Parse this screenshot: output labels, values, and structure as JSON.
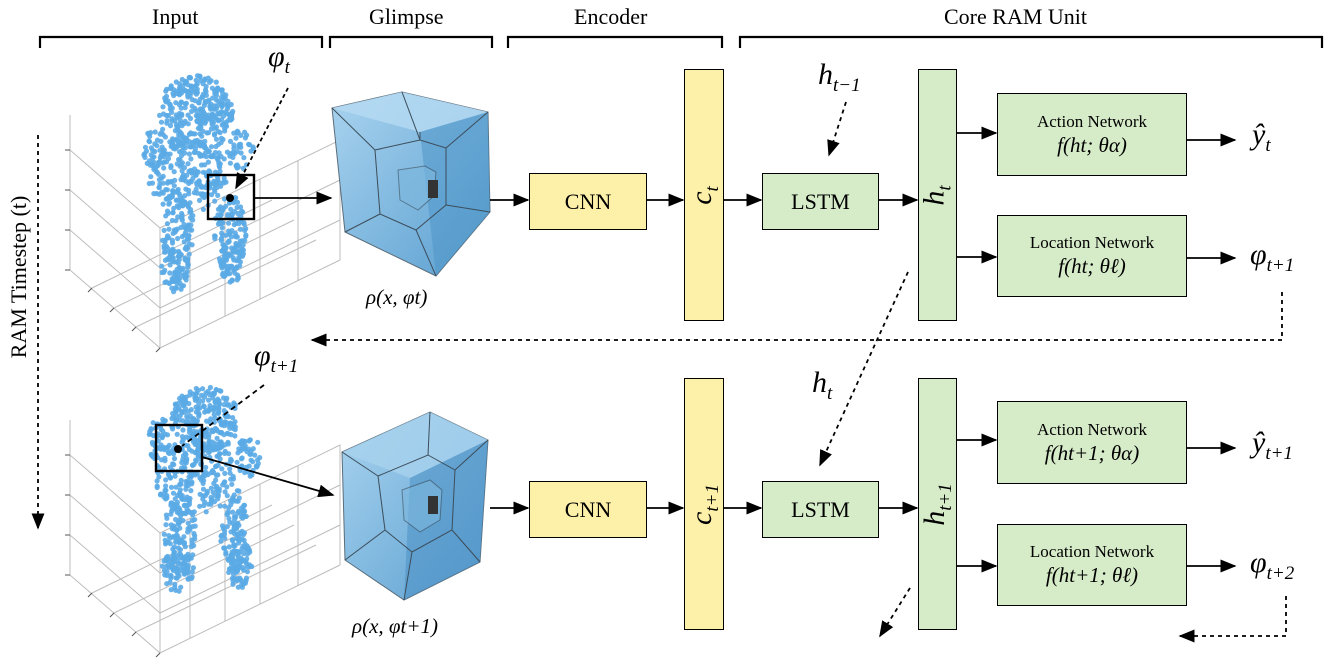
{
  "headers": {
    "input": "Input",
    "glimpse": "Glimpse",
    "encoder": "Encoder",
    "core": "Core RAM Unit"
  },
  "side_label": "RAM Timestep (t)",
  "row1": {
    "phi_main": "φ",
    "phi_sub": "t",
    "glimpse_caption": "ρ(x, φt)",
    "cnn": "CNN",
    "c_main": "c",
    "c_sub": "t",
    "lstm": "LSTM",
    "h_main": "h",
    "h_sub": "t",
    "h_prev_main": "h",
    "h_prev_sub": "t−1",
    "action_title": "Action Network",
    "action_fn": "f(ht; θα)",
    "location_title": "Location Network",
    "location_fn": "f(ht; θℓ)",
    "y_main": "ŷ",
    "y_sub": "t",
    "phi_out_main": "φ",
    "phi_out_sub": "t+1"
  },
  "row2": {
    "phi_main": "φ",
    "phi_sub": "t+1",
    "glimpse_caption": "ρ(x, φt+1)",
    "cnn": "CNN",
    "c_main": "c",
    "c_sub": "t+1",
    "lstm": "LSTM",
    "h_main": "h",
    "h_sub": "t+1",
    "h_in_main": "h",
    "h_in_sub": "t",
    "action_title": "Action Network",
    "action_fn": "f(ht+1; θα)",
    "location_title": "Location Network",
    "location_fn": "f(ht+1; θℓ)",
    "y_main": "ŷ",
    "y_sub": "t+1",
    "phi_out_main": "φ",
    "phi_out_sub": "t+2"
  },
  "colors": {
    "point_cloud": "#5aaae6",
    "cube": "#7ab8e0",
    "encoder_fill": "#fdf1a9",
    "core_fill": "#d6ebc8"
  }
}
